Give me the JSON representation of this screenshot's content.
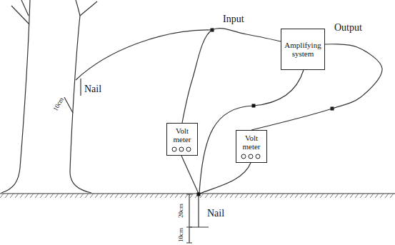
{
  "diagram": {
    "nodes": [
      {
        "text": [
          "Amplifying system"
        ]
      },
      {
        "text": [
          "Volt meter"
        ]
      },
      {
        "text": [
          "Volt meter"
        ]
      }
    ],
    "edges": [
      {
        "from": 1,
        "to": 0,
        "arrow": "none"
      },
      {
        "from": 0,
        "to": 2,
        "arrow": "none"
      }
    ],
    "labels": [
      "Input",
      "Output",
      "Nail",
      "10cm",
      "20cm",
      "10cm",
      "Nail"
    ]
  }
}
